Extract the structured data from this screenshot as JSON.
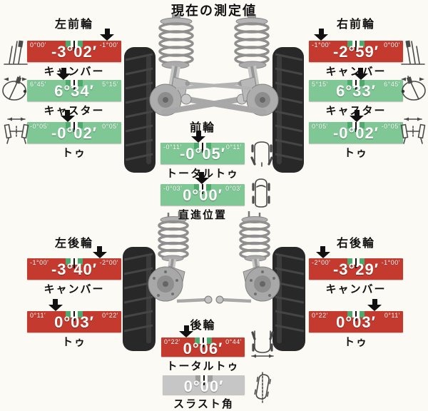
{
  "title": "現在の測定値",
  "colors": {
    "alert_red": "#c43a2e",
    "ok_green": "#7fc794",
    "neutral_gray": "#c6c6c6"
  },
  "sections": {
    "left_front": "左前輪",
    "right_front": "右前輪",
    "front_center": "前輪",
    "left_rear": "左後輪",
    "right_rear": "右後輪",
    "rear_center": "後輪"
  },
  "gauges": {
    "lf_camber": {
      "label": "キャンバー",
      "value": "-3°02′",
      "min": "0°00'",
      "max": "-1°00'",
      "status": "red",
      "arrow": "left:85%"
    },
    "lf_caster": {
      "label": "キャスター",
      "value": "6°34′",
      "min": "6°45'",
      "max": "5°15'",
      "status": "green",
      "arrow": "left:39%"
    },
    "lf_toe": {
      "label": "トゥ",
      "value": "-0°02′",
      "min": "-0°05'",
      "max": "0°05'",
      "status": "green",
      "arrow": "left:43%"
    },
    "rf_camber": {
      "label": "キャンバー",
      "value": "-2°59′",
      "min": "-1°00'",
      "max": "0°00'",
      "status": "red",
      "arrow": "left:13%"
    },
    "rf_caster": {
      "label": "キャスター",
      "value": "6°33′",
      "min": "5°15'",
      "max": "6°45'",
      "status": "green",
      "arrow": "left:55%"
    },
    "rf_toe": {
      "label": "トゥ",
      "value": "-0°02′",
      "min": "0°05'",
      "max": "-0°05'",
      "status": "green",
      "arrow": "left:51%"
    },
    "front_total_toe": {
      "label": "トータルトゥ",
      "value": "-0°05′",
      "min": "-0°11'",
      "max": "0°11'",
      "status": "green",
      "arrow": "left:45%"
    },
    "straight_position": {
      "label": "直進位置",
      "value": "0°00′",
      "min": "-0°03'",
      "max": "0°03'",
      "status": "green",
      "arrow": "left:49%"
    },
    "lr_camber": {
      "label": "キャンバー",
      "value": "-3°40′",
      "min": "-1°00'",
      "max": "-2°00'",
      "status": "red",
      "arrow": "left:77%"
    },
    "lr_toe": {
      "label": "トゥ",
      "value": "0°03′",
      "min": "0°11'",
      "max": "0°22'",
      "status": "red",
      "arrow": "left:30%"
    },
    "rr_camber": {
      "label": "キャンバー",
      "value": "-3°29′",
      "min": "-2°00'",
      "max": "-1°00'",
      "status": "red",
      "arrow": "left:15%"
    },
    "rr_toe": {
      "label": "トゥ",
      "value": "0°03′",
      "min": "0°22'",
      "max": "0°11'",
      "status": "red",
      "arrow": "left:70%"
    },
    "rear_total_toe": {
      "label": "トータルトゥ",
      "value": "0°06′",
      "min": "0°22'",
      "max": "0°44'",
      "status": "red",
      "arrow": "left:30%"
    },
    "thrust_angle": {
      "label": "スラスト角",
      "value": "0°00′",
      "min": "",
      "max": "",
      "status": "gray"
    }
  },
  "icons": {
    "camber-icon": "tilted wheel with gauge poles, front view",
    "caster-icon": "wheel side view circle with inclined steering axis",
    "toe-icon": "axle front view with angled wheels and width arrow",
    "total-toe-icon": "car half top view with toed wheels",
    "straight-position-icon": "car top view with straight wheels",
    "rear-total-toe-icon": "car rear half top view with spread arrow",
    "thrust-angle-icon": "tilted car top view against center line",
    "value-pointer-arrow": "black downward arrow marking measured value"
  }
}
